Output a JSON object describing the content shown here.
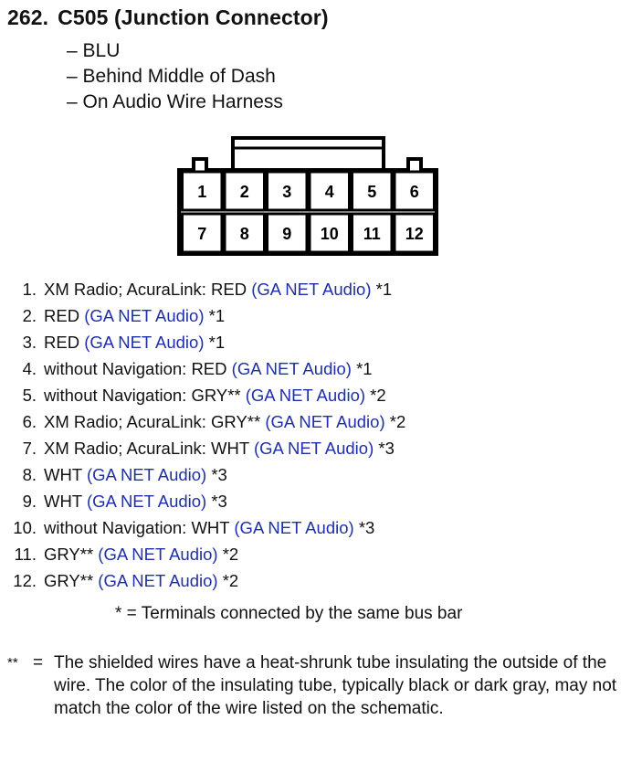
{
  "header": {
    "number": "262.",
    "connector": "C505 (Junction Connector)"
  },
  "details": [
    "– BLU",
    "– Behind Middle of Dash",
    "– On Audio Wire Harness"
  ],
  "connector": {
    "top_row": [
      "1",
      "2",
      "3",
      "4",
      "5",
      "6"
    ],
    "bottom_row": [
      "7",
      "8",
      "9",
      "10",
      "11",
      "12"
    ]
  },
  "pins": [
    {
      "num": "1.",
      "desc": "XM Radio; AcuraLink: RED",
      "ref": "(GA NET Audio)",
      "note": "*1"
    },
    {
      "num": "2.",
      "desc": "RED",
      "ref": "(GA NET Audio)",
      "note": "*1"
    },
    {
      "num": "3.",
      "desc": "RED",
      "ref": "(GA NET Audio)",
      "note": "*1"
    },
    {
      "num": "4.",
      "desc": "without Navigation: RED",
      "ref": "(GA NET Audio)",
      "note": "*1"
    },
    {
      "num": "5.",
      "desc": "without Navigation: GRY**",
      "ref": "(GA NET Audio)",
      "note": "*2"
    },
    {
      "num": "6.",
      "desc": "XM Radio; AcuraLink: GRY**",
      "ref": "(GA NET Audio)",
      "note": "*2"
    },
    {
      "num": "7.",
      "desc": "XM Radio; AcuraLink: WHT",
      "ref": "(GA NET Audio)",
      "note": "*3"
    },
    {
      "num": "8.",
      "desc": "WHT",
      "ref": "(GA NET Audio)",
      "note": "*3"
    },
    {
      "num": "9.",
      "desc": "WHT",
      "ref": "(GA NET Audio)",
      "note": "*3"
    },
    {
      "num": "10.",
      "desc": "without Navigation: WHT",
      "ref": "(GA NET Audio)",
      "note": "*3"
    },
    {
      "num": "11.",
      "desc": "GRY**",
      "ref": "(GA NET Audio)",
      "note": "*2"
    },
    {
      "num": "12.",
      "desc": "GRY**",
      "ref": "(GA NET Audio)",
      "note": "*2"
    }
  ],
  "footnotes": {
    "bus_bar": "* = Terminals connected by the same bus bar",
    "shield_mark": "**",
    "shield_eq": "=",
    "shield_text": "The shielded wires have a heat-shrunk tube insulating the outside of the wire. The color of the insulating tube, typically black or dark gray, may not match the color of the wire listed on the schematic."
  },
  "colors": {
    "reference_link": "#1f2fa8",
    "text": "#111111"
  }
}
